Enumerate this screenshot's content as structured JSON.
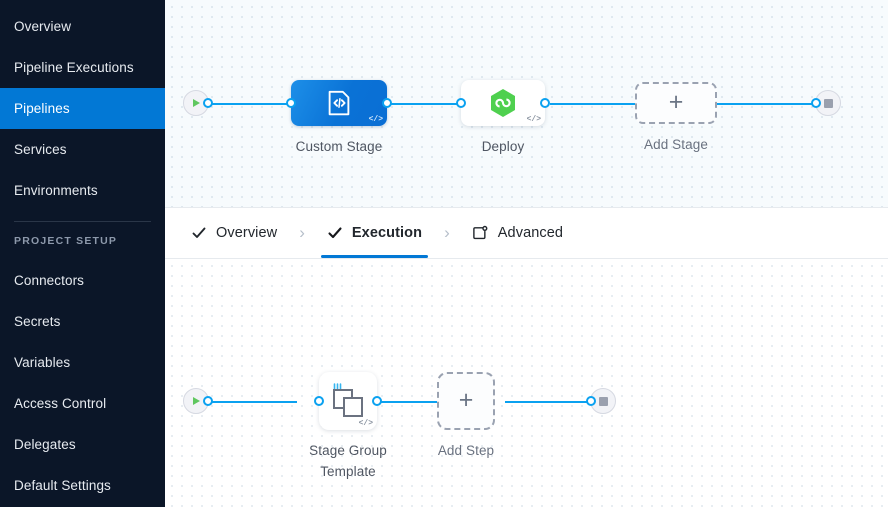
{
  "sidebar": {
    "items": [
      {
        "label": "Overview",
        "active": false
      },
      {
        "label": "Pipeline Executions",
        "active": false
      },
      {
        "label": "Pipelines",
        "active": true
      },
      {
        "label": "Services",
        "active": false
      },
      {
        "label": "Environments",
        "active": false
      }
    ],
    "section_title": "PROJECT SETUP",
    "setup_items": [
      {
        "label": "Connectors"
      },
      {
        "label": "Secrets"
      },
      {
        "label": "Variables"
      },
      {
        "label": "Access Control"
      },
      {
        "label": "Delegates"
      },
      {
        "label": "Default Settings"
      }
    ],
    "colors": {
      "background": "#0b1628",
      "active": "#0278d5",
      "text": "#e7ebf0"
    }
  },
  "tabs": {
    "items": [
      {
        "label": "Overview",
        "icon": "check-icon",
        "active": false
      },
      {
        "label": "Execution",
        "icon": "check-icon",
        "active": true
      },
      {
        "label": "Advanced",
        "icon": "advanced-settings-icon",
        "active": false
      }
    ],
    "separator": "›",
    "accent": "#0278d5"
  },
  "stage_canvas": {
    "start_node": {
      "name": "start-node",
      "icon": "play-icon"
    },
    "end_node": {
      "name": "end-node",
      "icon": "stop-icon"
    },
    "nodes": [
      {
        "label": "Custom Stage",
        "type": "custom-stage",
        "icon": "custom-stage-template-icon",
        "template_badge": "</>",
        "selected": true
      },
      {
        "label": "Deploy",
        "type": "deploy-stage",
        "icon": "deploy-hexagon-icon",
        "template_badge": "</>",
        "selected": false
      },
      {
        "label": "Add Stage",
        "type": "add-stage",
        "icon": "plus-icon",
        "template_badge": "",
        "selected": false
      }
    ]
  },
  "execution_canvas": {
    "start_node": {
      "name": "start-node",
      "icon": "play-icon"
    },
    "end_node": {
      "name": "end-node",
      "icon": "stop-icon"
    },
    "nodes": [
      {
        "label": "Stage Group Template",
        "type": "step-group-template",
        "icon": "stacked-squares-icon",
        "template_badge": "</>"
      },
      {
        "label": "Add Step",
        "type": "add-step",
        "icon": "plus-icon",
        "template_badge": ""
      }
    ]
  },
  "colors": {
    "edge": "#0aa1f0",
    "canvas_top_bg": "#f7fbfd",
    "canvas_bottom_bg": "#ffffff",
    "node_blue_start": "#1d8fe8",
    "node_blue_end": "#0a6ed4",
    "deploy_green": "#4fd04f"
  }
}
